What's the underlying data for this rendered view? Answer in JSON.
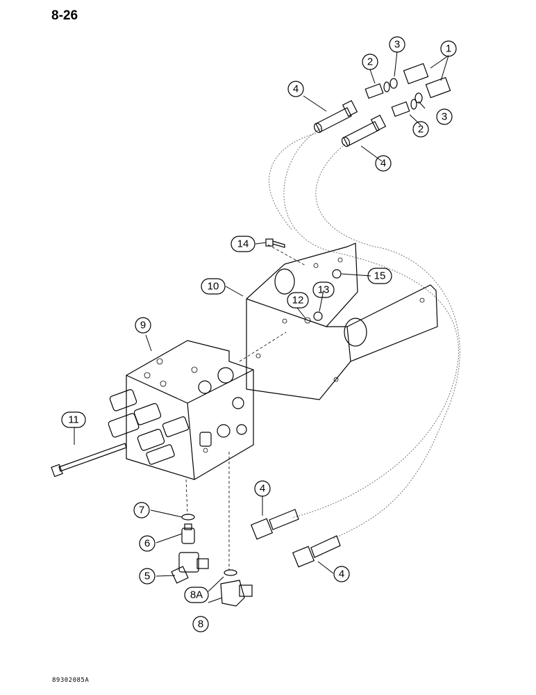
{
  "page_number": "8-26",
  "figure_code": "89302085A",
  "callouts": [
    {
      "id": "c1",
      "label": "1"
    },
    {
      "id": "c2a",
      "label": "2"
    },
    {
      "id": "c3a",
      "label": "3"
    },
    {
      "id": "c4a",
      "label": "4"
    },
    {
      "id": "c2b",
      "label": "2"
    },
    {
      "id": "c3b",
      "label": "3"
    },
    {
      "id": "c4b",
      "label": "4"
    },
    {
      "id": "c14",
      "label": "14"
    },
    {
      "id": "c15",
      "label": "15"
    },
    {
      "id": "c10",
      "label": "10"
    },
    {
      "id": "c13",
      "label": "13"
    },
    {
      "id": "c12",
      "label": "12"
    },
    {
      "id": "c9",
      "label": "9"
    },
    {
      "id": "c11",
      "label": "11"
    },
    {
      "id": "c4c",
      "label": "4"
    },
    {
      "id": "c7",
      "label": "7"
    },
    {
      "id": "c6",
      "label": "6"
    },
    {
      "id": "c5",
      "label": "5"
    },
    {
      "id": "c8a",
      "label": "8A"
    },
    {
      "id": "c4d",
      "label": "4"
    },
    {
      "id": "c8",
      "label": "8"
    }
  ]
}
